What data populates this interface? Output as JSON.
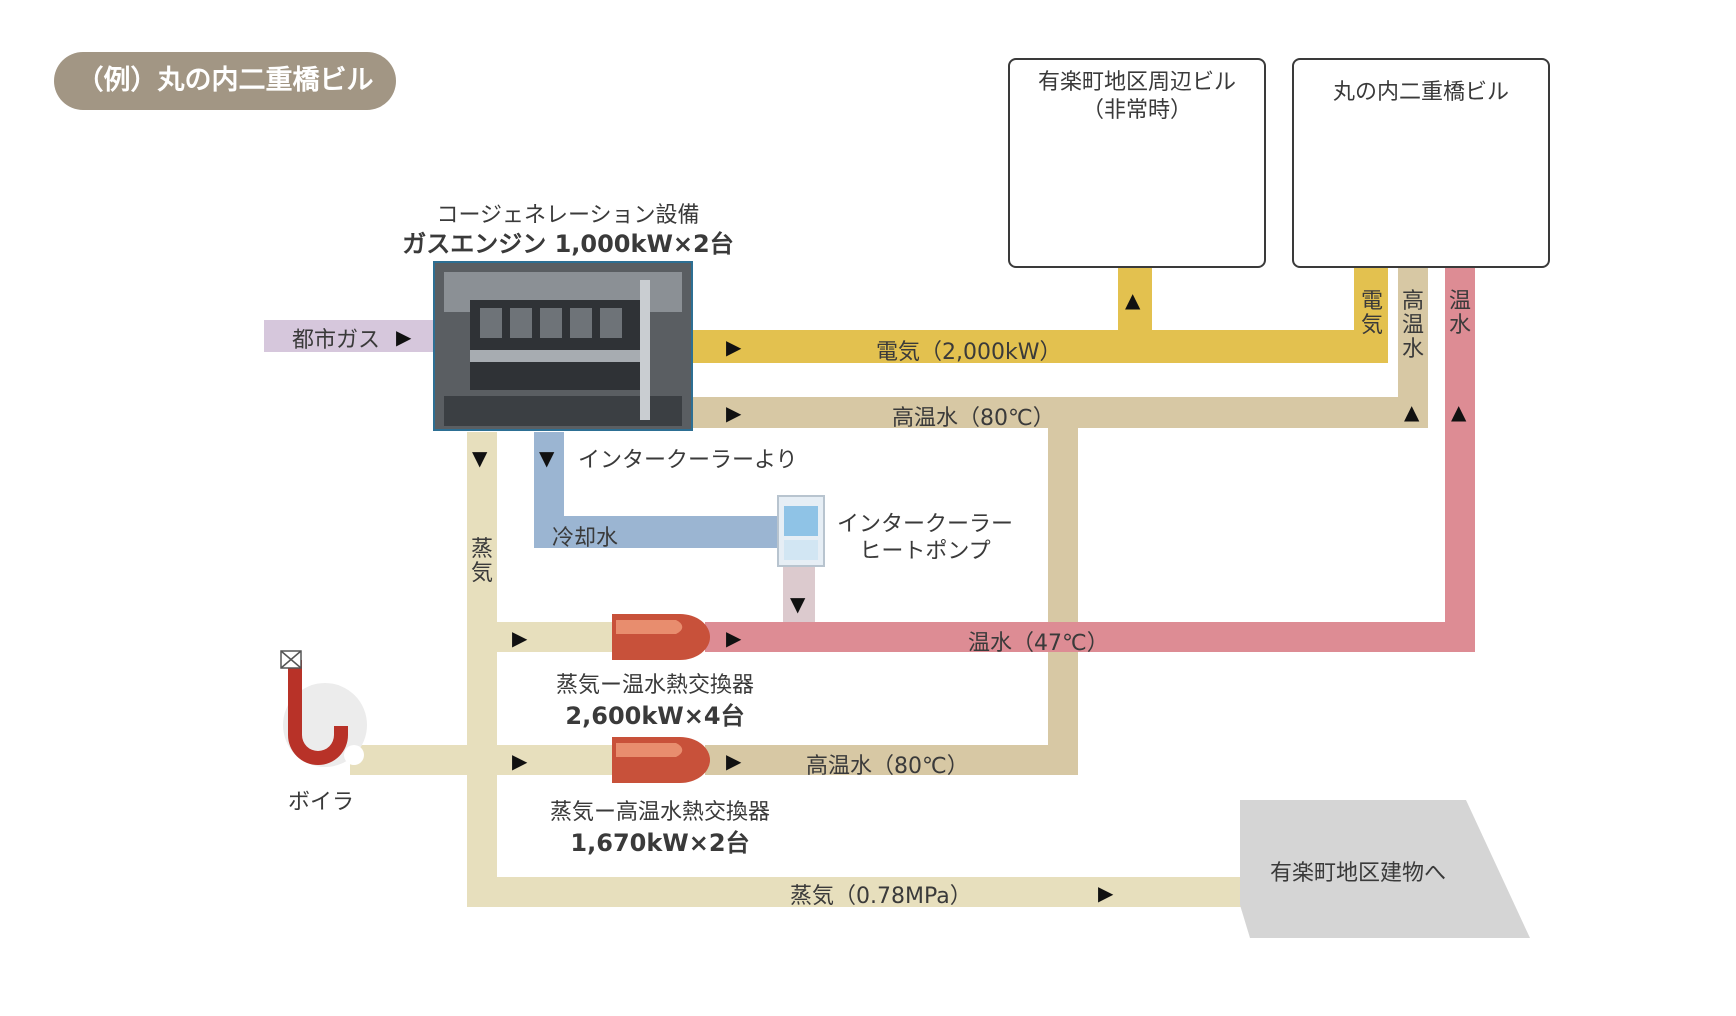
{
  "badge": "（例）丸の内二重橋ビル",
  "cogen": {
    "title": "コージェネレーション設備",
    "subtitle": "ガスエンジン 1,000kW×2台"
  },
  "city_gas": "都市ガス",
  "buildings": {
    "yurakucho": {
      "line1": "有楽町地区周辺ビル",
      "line2": "（非常時）"
    },
    "marunouchi": {
      "line1": "丸の内二重橋ビル"
    }
  },
  "flows": {
    "electricity_main": "電気（2,000kW）",
    "hot_water_main": "高温水（80℃）",
    "from_intercooler": "インタークーラーより",
    "cooling_water": "冷却水",
    "warm_water_main": "温水（47℃）",
    "hot_water_lower": "高温水（80℃）",
    "steam_main": "蒸気（0.78MPa）",
    "steam_vertical": "蒸気",
    "elec_vertical": "電気",
    "hotwater_vertical": "高温水",
    "warmwater_vertical": "温水"
  },
  "intercooler": {
    "line1": "インタークーラー",
    "line2": "ヒートポンプ"
  },
  "hx1": {
    "line1": "蒸気ー温水熱交換器",
    "line2": "2,600kW×4台"
  },
  "hx2": {
    "line1": "蒸気ー高温水熱交換器",
    "line2": "1,670kW×2台"
  },
  "boiler": "ボイラ",
  "destination": "有楽町地区建物へ",
  "arrows": {
    "right": "▶",
    "down": "▼",
    "up": "▲"
  },
  "colors": {
    "electricity": "#e3c14f",
    "hot_water": "#d7c8a4",
    "steam": "#e7dfbd",
    "cooling": "#9bb5d2",
    "warm_water": "#dd8c94",
    "city_gas": "#d6c7dc",
    "badge": "#a29684"
  }
}
